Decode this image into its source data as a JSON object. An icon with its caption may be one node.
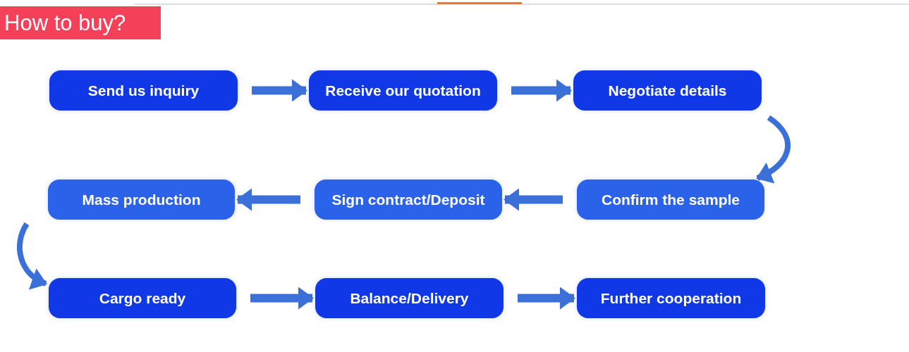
{
  "diagram": {
    "title": "How to buy?",
    "nodes": [
      {
        "text": [
          "Send us inquiry"
        ]
      },
      {
        "text": [
          "Receive our quotation"
        ]
      },
      {
        "text": [
          "Negotiate details"
        ]
      },
      {
        "text": [
          "Confirm the sample"
        ]
      },
      {
        "text": [
          "Sign contract/Deposit"
        ]
      },
      {
        "text": [
          "Mass production"
        ]
      },
      {
        "text": [
          "Cargo ready"
        ]
      },
      {
        "text": [
          "Balance/Delivery"
        ]
      },
      {
        "text": [
          "Further cooperation"
        ]
      }
    ],
    "edges": [
      {
        "from": 0,
        "to": 1,
        "arrow": "to"
      },
      {
        "from": 1,
        "to": 2,
        "arrow": "to"
      },
      {
        "from": 2,
        "to": 3,
        "arrow": "to"
      },
      {
        "from": 3,
        "to": 4,
        "arrow": "to"
      },
      {
        "from": 4,
        "to": 5,
        "arrow": "to"
      },
      {
        "from": 5,
        "to": 6,
        "arrow": "to"
      },
      {
        "from": 6,
        "to": 7,
        "arrow": "to"
      },
      {
        "from": 7,
        "to": 8,
        "arrow": "to"
      }
    ]
  }
}
